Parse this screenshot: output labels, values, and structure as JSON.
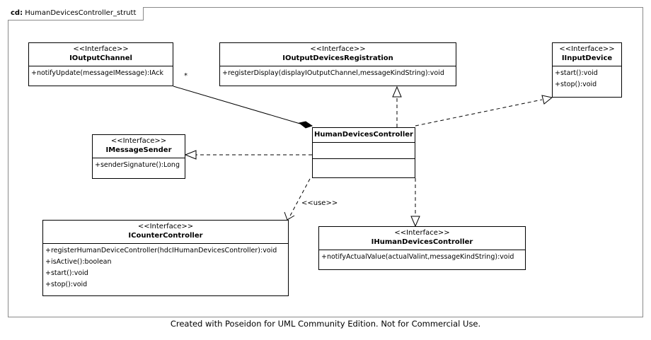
{
  "frame": {
    "prefix": "cd:",
    "title": "HumanDevicesController_strutt"
  },
  "interfaces": {
    "ioutputchannel": {
      "stereotype": "<<Interface>>",
      "name": "IOutputChannel",
      "ops": [
        "+notifyUpdate(messageIMessage):IAck"
      ]
    },
    "ioutputdevicesregistration": {
      "stereotype": "<<Interface>>",
      "name": "IOutputDevicesRegistration",
      "ops": [
        "+registerDisplay(displayIOutputChannel,messageKindString):void"
      ]
    },
    "iinputdevice": {
      "stereotype": "<<Interface>>",
      "name": "IInputDevice",
      "ops": [
        "+start():void",
        "+stop():void"
      ]
    },
    "imessagesender": {
      "stereotype": "<<Interface>>",
      "name": "IMessageSender",
      "ops": [
        "+senderSignature():Long"
      ]
    },
    "icountercontroller": {
      "stereotype": "<<Interface>>",
      "name": "ICounterController",
      "ops": [
        "+registerHumanDeviceController(hdcIHumanDevicesController):void",
        "+isActive():boolean",
        "+start():void",
        "+stop():void"
      ]
    },
    "ihumandevicescontroller": {
      "stereotype": "<<Interface>>",
      "name": "IHumanDevicesController",
      "ops": [
        "+notifyActualValue(actualValint,messageKindString):void"
      ]
    }
  },
  "classes": {
    "humandevicescontroller": {
      "name": "HumanDevicesController"
    }
  },
  "labels": {
    "multiplicity": "*",
    "use": "<<use>>"
  },
  "footer": "Created with Poseidon for UML Community Edition. Not for Commercial Use."
}
